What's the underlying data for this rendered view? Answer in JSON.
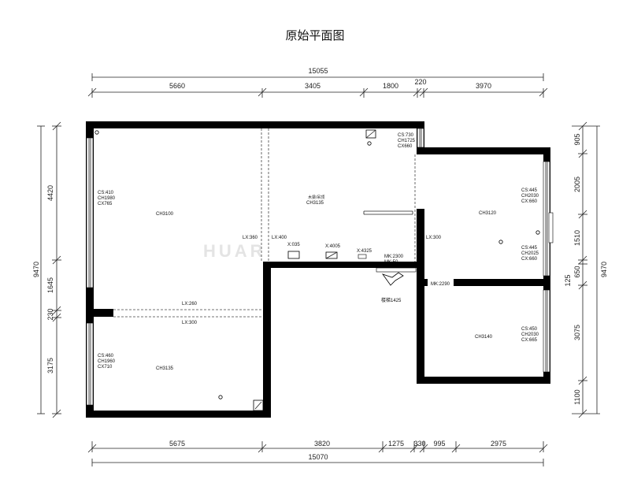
{
  "title": "原始平面图",
  "watermark": "HUAR",
  "dims": {
    "top_total": "15055",
    "top": [
      "5660",
      "3405",
      "1800",
      "220",
      "3970"
    ],
    "bottom": [
      "5675",
      "3820",
      "1275",
      "330",
      "995",
      "2975"
    ],
    "bottom_total": "15070",
    "left_outer": "9470",
    "left": [
      "4420",
      "1645",
      "230",
      "3175"
    ],
    "right_outer": "9470",
    "right": [
      "905",
      "2005",
      "1510",
      "125",
      "650",
      "3075",
      "1100"
    ]
  },
  "labels": {
    "tl_window": [
      "CS:410",
      "CH1980",
      "CX765"
    ],
    "tl_ceiling": "CH3100",
    "bl_window": [
      "CS:460",
      "CH1960",
      "CX710"
    ],
    "bl_ceiling": "CH3135",
    "lx260": "LX:260",
    "lx300_left": "LX:300",
    "lx360": "LX:360",
    "center_ceiling": [
      "木梁/吊顶",
      "CH3135"
    ],
    "center_top_window": [
      "CS:730",
      "CH1725",
      "CX660"
    ],
    "lx400": "LX:400",
    "x035": "X:035",
    "x4005": "X:4005",
    "x4325": "X:4325",
    "mk_top": [
      "MK:2300",
      "MK:50"
    ],
    "lx300_right": "LX:300",
    "floor_label": "楼梯1425",
    "tr_window1": [
      "CS:445",
      "CH2030",
      "CX:660"
    ],
    "tr_ceiling": "CH3120",
    "tr_window2": [
      "CS:445",
      "CH2025",
      "CX:660"
    ],
    "mk2290": "MK:2290",
    "br_ceiling": "CH3140",
    "br_window": [
      "CS:450",
      "CH2030",
      "CX:665"
    ]
  }
}
